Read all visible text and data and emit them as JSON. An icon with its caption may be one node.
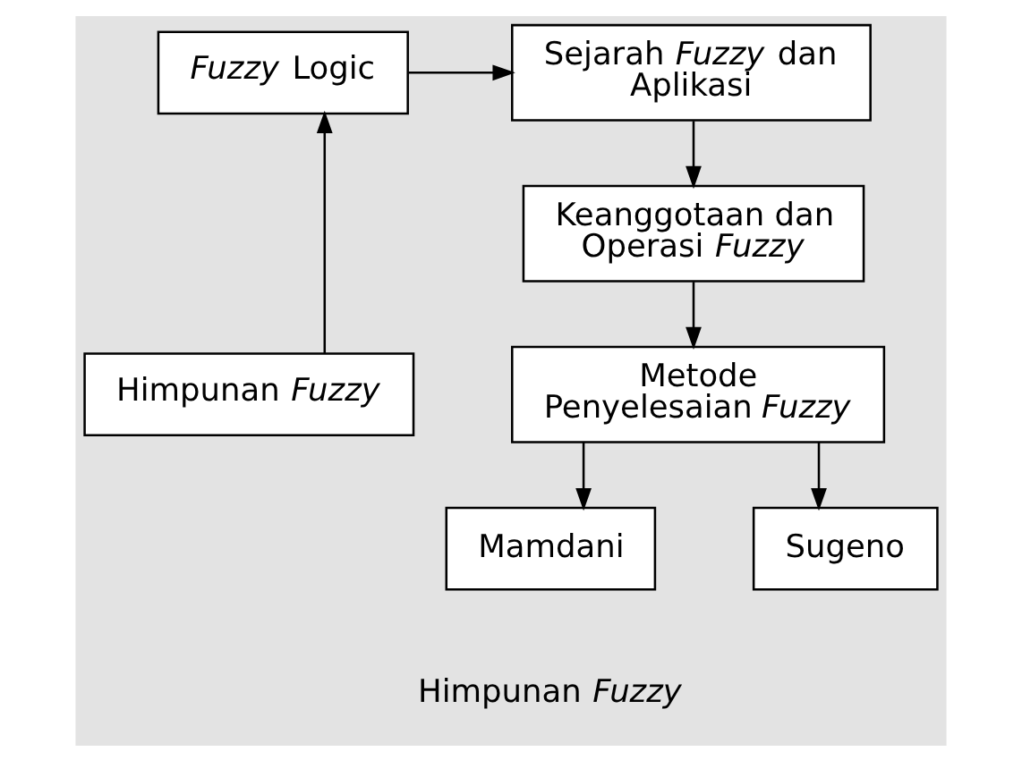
{
  "diagram": {
    "nodes": [
      {
        "text": [
          "*Fuzzy* Logic"
        ]
      },
      {
        "text": [
          "Sejarah *Fuzzy* dan Aplikasi"
        ]
      },
      {
        "text": [
          "Keanggotaan dan Operasi *Fuzzy*"
        ]
      },
      {
        "text": [
          "Metode Penyelesaian *Fuzzy*"
        ]
      },
      {
        "text": [
          "Himpunan *Fuzzy*"
        ]
      },
      {
        "text": [
          "Mamdani"
        ]
      },
      {
        "text": [
          "Sugeno"
        ]
      }
    ],
    "edges": [
      {
        "from": 4,
        "to": 0,
        "arrow": "to"
      },
      {
        "from": 0,
        "to": 1,
        "arrow": "to"
      },
      {
        "from": 1,
        "to": 2,
        "arrow": "to"
      },
      {
        "from": 2,
        "to": 3,
        "arrow": "to"
      },
      {
        "from": 3,
        "to": 5,
        "arrow": "to"
      },
      {
        "from": 3,
        "to": 6,
        "arrow": "to"
      }
    ],
    "labels": [
      "Himpunan *Fuzzy*"
    ]
  }
}
